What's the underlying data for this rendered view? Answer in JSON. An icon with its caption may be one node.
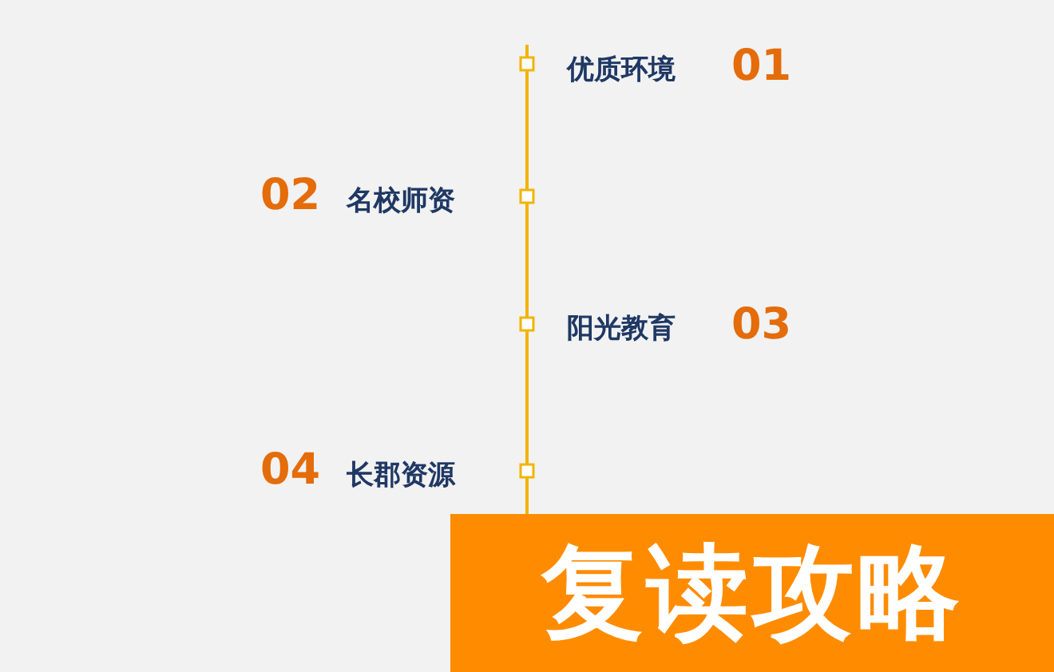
{
  "diagram": {
    "title": "复读攻略",
    "labels": [
      "优质环境",
      "01",
      "02",
      "名校师资",
      "阳光教育",
      "03",
      "04",
      "长郡资源"
    ]
  }
}
